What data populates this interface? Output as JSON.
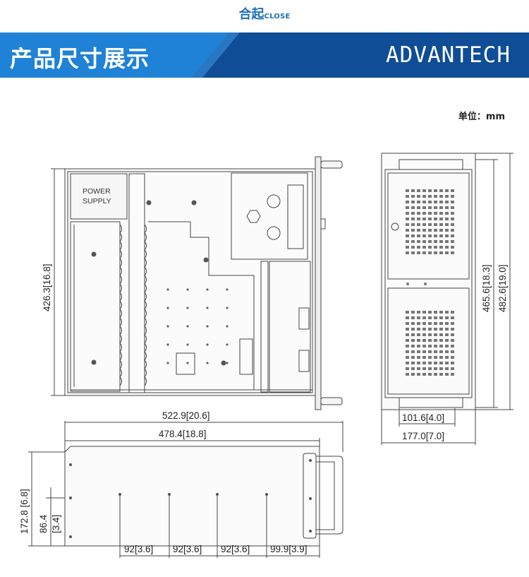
{
  "header": {
    "close_cn": "合起",
    "close_en": "CLOSE",
    "title": "产品尺寸展示",
    "brand": "ADVANTECH",
    "banner_color": "#1f82d6",
    "banner_dark": "#0f4d96"
  },
  "unit_label": "单位：mm",
  "top_view": {
    "psu_label_line1": "POWER",
    "psu_label_line2": "SUPPLY",
    "depth_dim": "426.3[16.8]"
  },
  "front_view": {
    "height_inner": "465.6[18.3]",
    "height_outer": "482.6[19.0]",
    "width_inner": "101.6[4.0]",
    "width_outer": "177.0[7.0]"
  },
  "side_view": {
    "length_outer": "522.9[20.6]",
    "length_inner": "478.4[18.8]",
    "height_total": "172.8 [6.8]",
    "height_half_a": "86.4",
    "height_half_b": "[3.4]",
    "spacings": [
      "92[3.6]",
      "92[3.6]",
      "92[3.6]",
      "99.9[3.9]"
    ]
  }
}
